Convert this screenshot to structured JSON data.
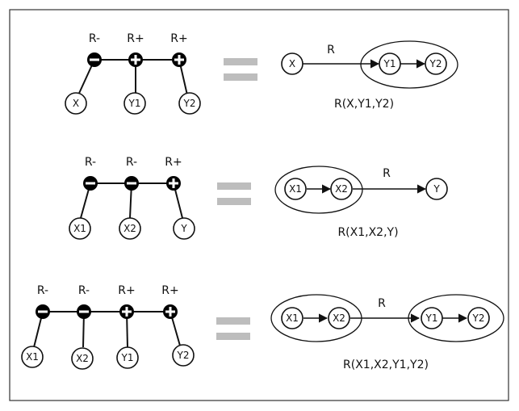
{
  "rows": [
    {
      "left": {
        "top_labels": [
          "R-",
          "R+",
          "R+"
        ],
        "leaves": [
          "X",
          "Y1",
          "Y2"
        ]
      },
      "right": {
        "edge_label": "R",
        "nodes": [
          "X",
          "Y1",
          "Y2"
        ],
        "formula": "R(X,Y1,Y2)"
      }
    },
    {
      "left": {
        "top_labels": [
          "R-",
          "R-",
          "R+"
        ],
        "leaves": [
          "X1",
          "X2",
          "Y"
        ]
      },
      "right": {
        "edge_label": "R",
        "nodes": [
          "X1",
          "X2",
          "Y"
        ],
        "formula": "R(X1,X2,Y)"
      }
    },
    {
      "left": {
        "top_labels": [
          "R-",
          "R-",
          "R+",
          "R+"
        ],
        "leaves": [
          "X1",
          "X2",
          "Y1",
          "Y2"
        ]
      },
      "right": {
        "edge_label": "R",
        "nodes": [
          "X1",
          "X2",
          "Y1",
          "Y2"
        ],
        "formula": "R(X1,X2,Y1,Y2)"
      }
    }
  ],
  "colors": {
    "border": "#333333",
    "equals": "#bdbdbd",
    "node_fill": "#000000",
    "stroke": "#111111"
  }
}
